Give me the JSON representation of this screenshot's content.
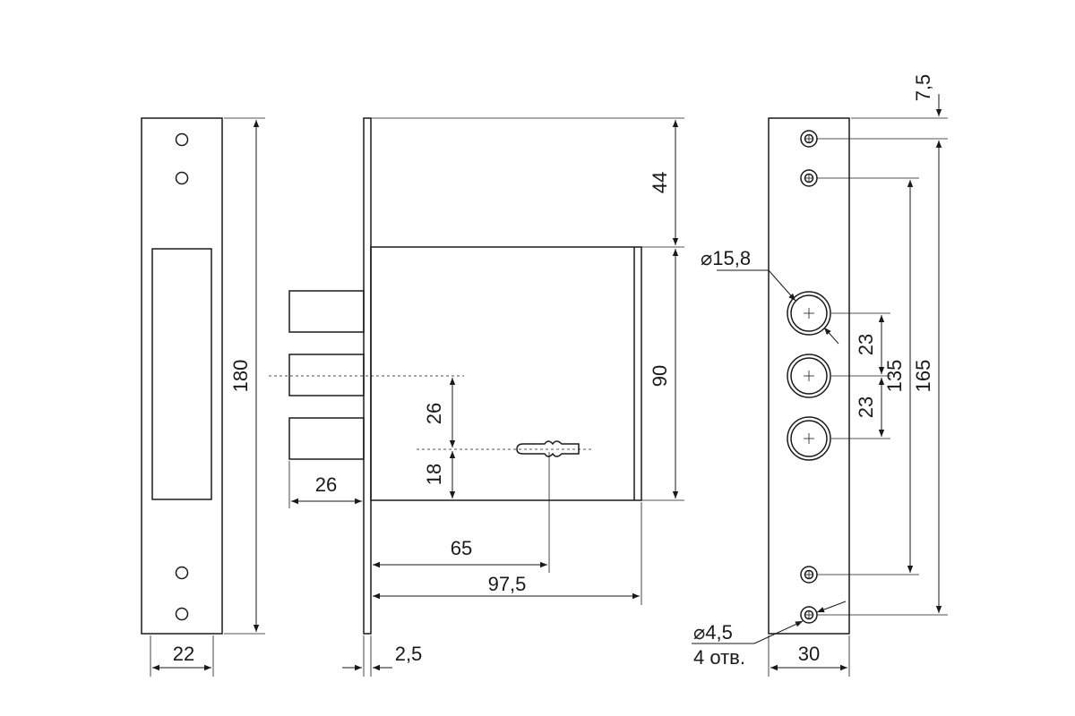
{
  "dimensions": {
    "strike_height": "180",
    "strike_width": "22",
    "top_offset": "44",
    "body_height": "90",
    "bolt_spacing": "26",
    "keyhole_offset": "18",
    "bolt_projection": "26",
    "keyhole_backset": "65",
    "body_depth": "97,5",
    "plate_thickness": "2,5",
    "screw_top_offset": "7,5",
    "cylinder_diameter": "⌀15,8",
    "bolt_pitch_upper": "23",
    "bolt_pitch_lower": "23",
    "inner_screw_spacing": "135",
    "outer_screw_spacing": "165",
    "screw_hole_diameter": "⌀4,5",
    "screw_hole_count": "4 отв.",
    "faceplate_width": "30"
  },
  "colors": {
    "line": "#1a1a1a",
    "background": "#ffffff"
  }
}
